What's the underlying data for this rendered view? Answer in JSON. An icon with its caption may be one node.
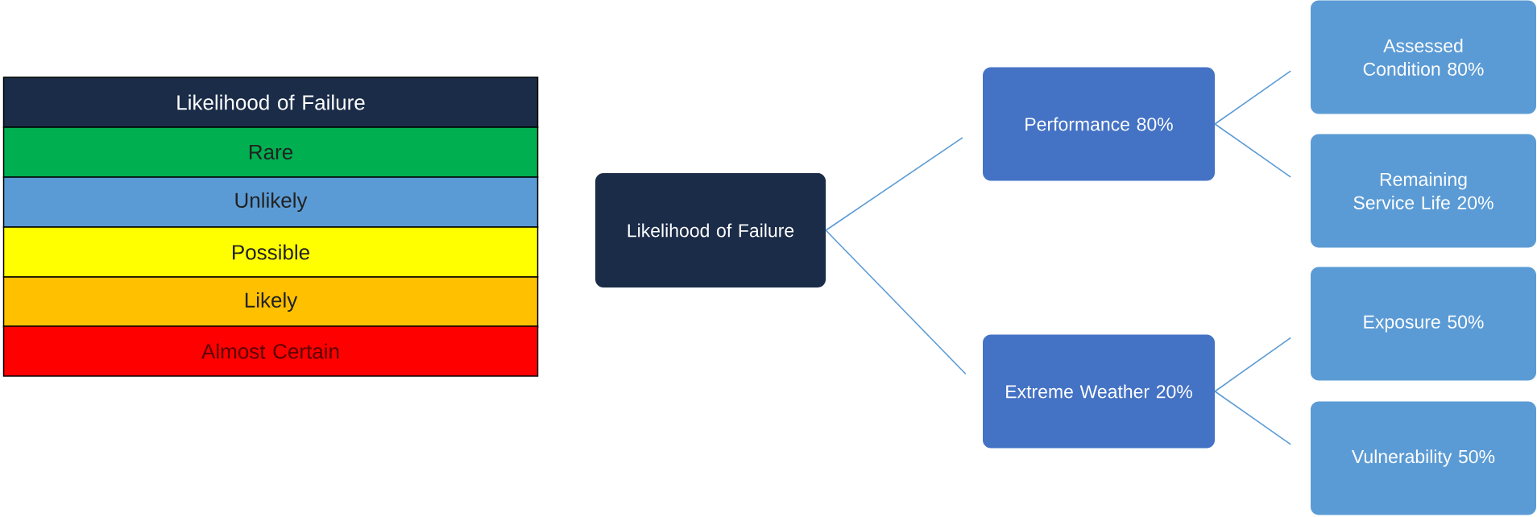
{
  "diagram": {
    "nodes": [
      {
        "text": [
          "Likelihood of Failure"
        ]
      },
      {
        "text": [
          "Rare"
        ]
      },
      {
        "text": [
          "Unlikely"
        ]
      },
      {
        "text": [
          "Possible"
        ]
      },
      {
        "text": [
          "Likely"
        ]
      },
      {
        "text": [
          "Almost Certain"
        ]
      },
      {
        "text": [
          "Likelihood of Failure"
        ]
      },
      {
        "text": [
          "Performance 80%"
        ]
      },
      {
        "text": [
          "Extreme Weather 20%"
        ]
      },
      {
        "text": [
          "Assessed Condition 80%"
        ]
      },
      {
        "text": [
          "Remaining Service Life 20%"
        ]
      },
      {
        "text": [
          "Exposure 50%"
        ]
      },
      {
        "text": [
          "Vulnerability 50%"
        ]
      }
    ],
    "edges": [
      {
        "from": 6,
        "to": 7,
        "arrow": "none"
      },
      {
        "from": 6,
        "to": 8,
        "arrow": "none"
      },
      {
        "from": 7,
        "to": 9,
        "arrow": "none"
      },
      {
        "from": 7,
        "to": 10,
        "arrow": "none"
      },
      {
        "from": 8,
        "to": 11,
        "arrow": "none"
      },
      {
        "from": 8,
        "to": 12,
        "arrow": "none"
      }
    ]
  }
}
